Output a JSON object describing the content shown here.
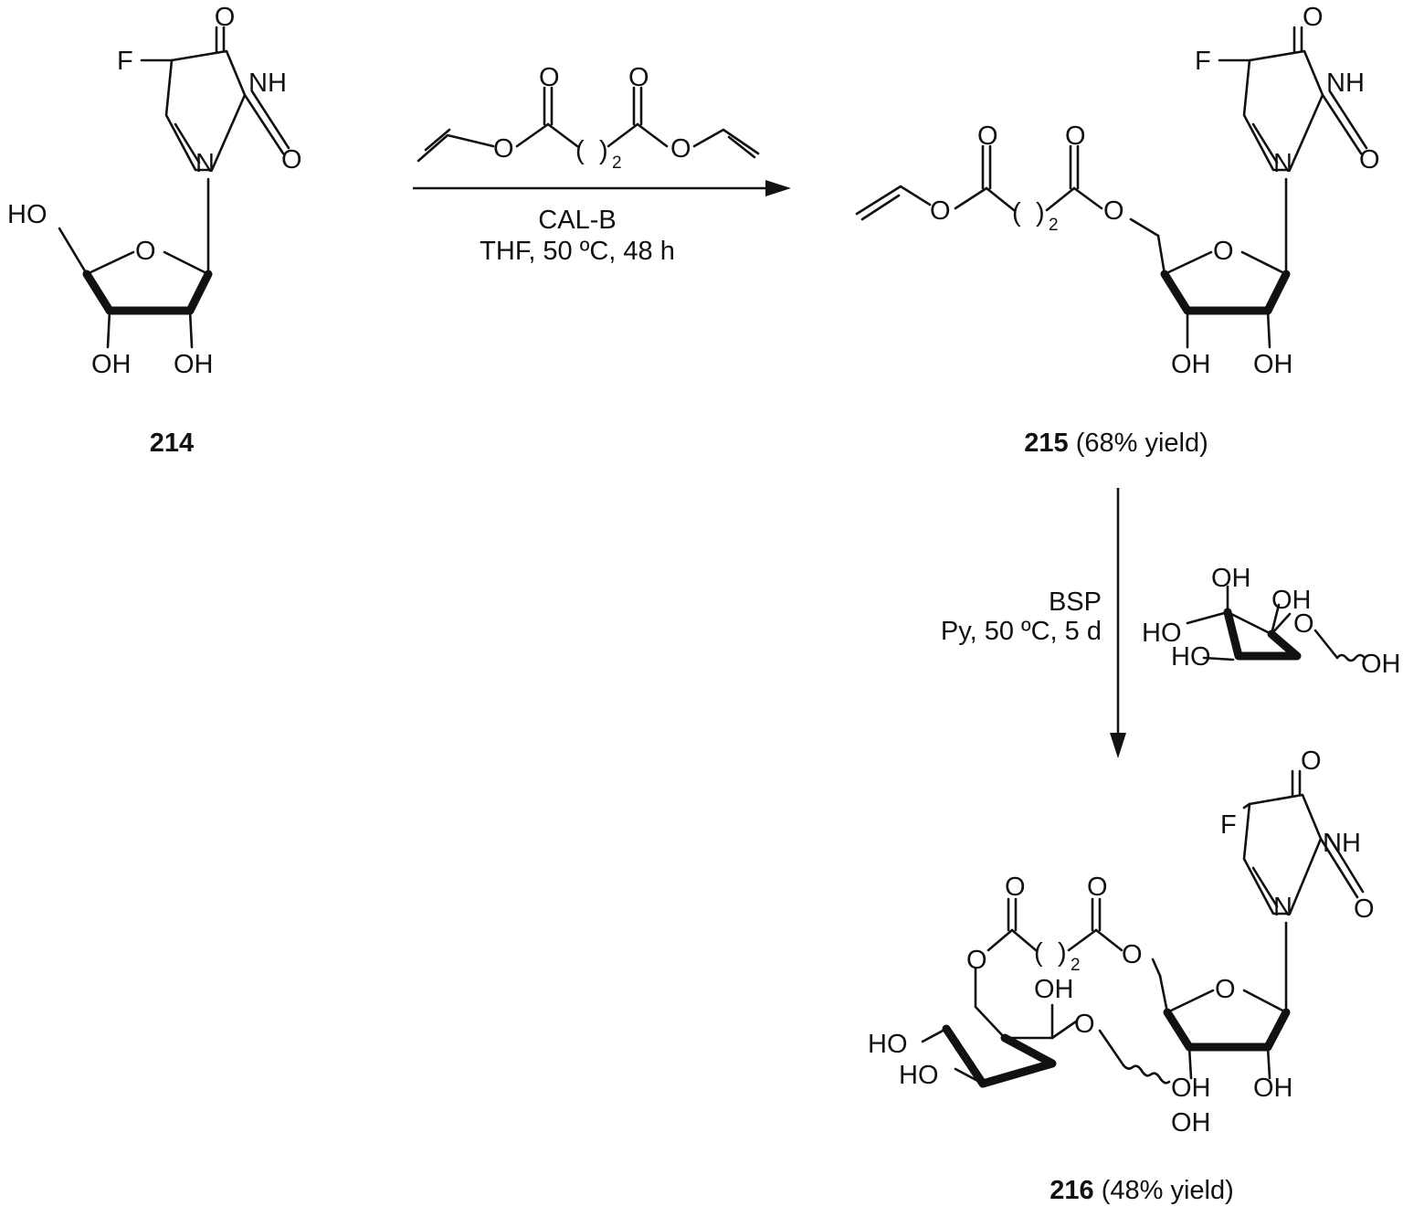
{
  "atoms": {
    "O": "O",
    "F": "F",
    "N": "N",
    "NH": "NH",
    "HO": "HO",
    "OH": "OH",
    "paren_open": "(",
    "paren_close": ")",
    "subscript_2": "2"
  },
  "compounds": {
    "c214": {
      "id": "214",
      "yield": ""
    },
    "c215": {
      "id": "215",
      "yield": "(68% yield)"
    },
    "c216": {
      "id": "216",
      "yield": "(48% yield)"
    }
  },
  "step1": {
    "catalyst": "CAL-B",
    "conditions": "THF, 50 ºC, 48 h"
  },
  "step2": {
    "catalyst": "BSP",
    "conditions": "Py, 50 ºC, 5 d"
  }
}
